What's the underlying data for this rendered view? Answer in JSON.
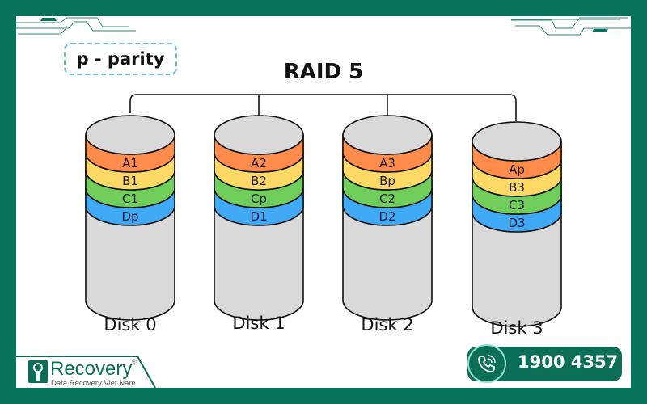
{
  "legend": {
    "text": "p - parity"
  },
  "diagram": {
    "title": "RAID 5",
    "disks": [
      {
        "label": "Disk 0",
        "blocks": [
          "A1",
          "B1",
          "C1",
          "Dp"
        ]
      },
      {
        "label": "Disk 1",
        "blocks": [
          "A2",
          "B2",
          "Cp",
          "D1"
        ]
      },
      {
        "label": "Disk 2",
        "blocks": [
          "A3",
          "Bp",
          "C2",
          "D2"
        ]
      },
      {
        "label": "Disk 3",
        "blocks": [
          "Ap",
          "B3",
          "C3",
          "D3"
        ]
      }
    ],
    "stripe_colors": [
      "#ff8c4a",
      "#ffd966",
      "#6fcf5a",
      "#3fa9f5"
    ],
    "disk_body_color": "#d9d9d9"
  },
  "branding": {
    "logo_name": "Recovery",
    "logo_tagline": "Data Recovery Viet Nam",
    "registered_mark": "®",
    "phone": "1900 4357",
    "brand_color": "#08735c"
  }
}
